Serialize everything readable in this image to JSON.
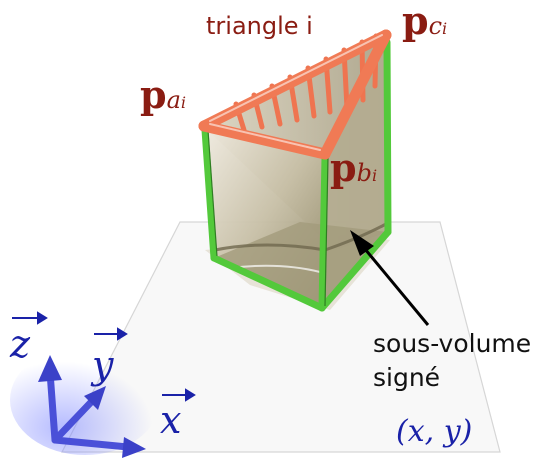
{
  "triangle_label": "triangle i",
  "vertices": {
    "a": {
      "main": "p",
      "sub": "a",
      "subsub": "i"
    },
    "b": {
      "main": "p",
      "sub": "b",
      "subsub": "i"
    },
    "c": {
      "main": "p",
      "sub": "c",
      "subsub": "i"
    }
  },
  "annotation": {
    "line1": "sous-volume",
    "line2": "signé"
  },
  "axes": {
    "z": "z",
    "y": "y",
    "x": "x"
  },
  "plane_label": "(x, y)",
  "colors": {
    "triangle": "#f07a55",
    "edges": "#53c93b",
    "label_red": "#8a1c12",
    "axis_blue": "#1a22a8",
    "axis_arrows": "#4a50d8",
    "volume": "#c9c1a8"
  }
}
